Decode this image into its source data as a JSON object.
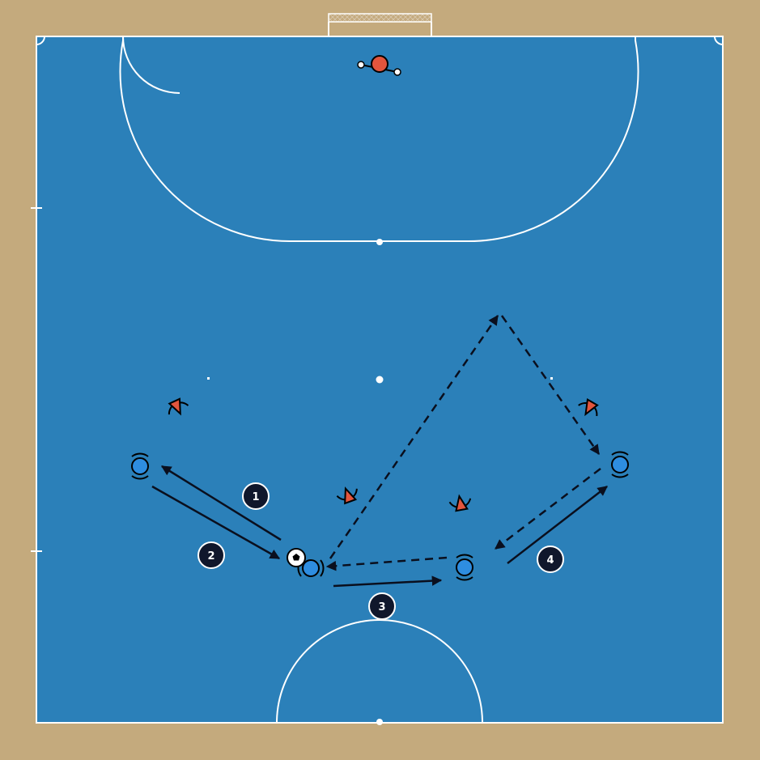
{
  "colors": {
    "surround": "#c4aa7d",
    "court": "#2b80b9",
    "lines": "#ffffff",
    "attacker": "#2e8de0",
    "defender": "#e2553d",
    "arrow": "#0a0f1e",
    "badge": "#10172c"
  },
  "labels": {
    "step_1": "1",
    "step_2": "2",
    "step_3": "3",
    "step_4": "4"
  },
  "icons": {
    "ball": "soccer-ball-icon",
    "goal": "goal-net-icon"
  }
}
